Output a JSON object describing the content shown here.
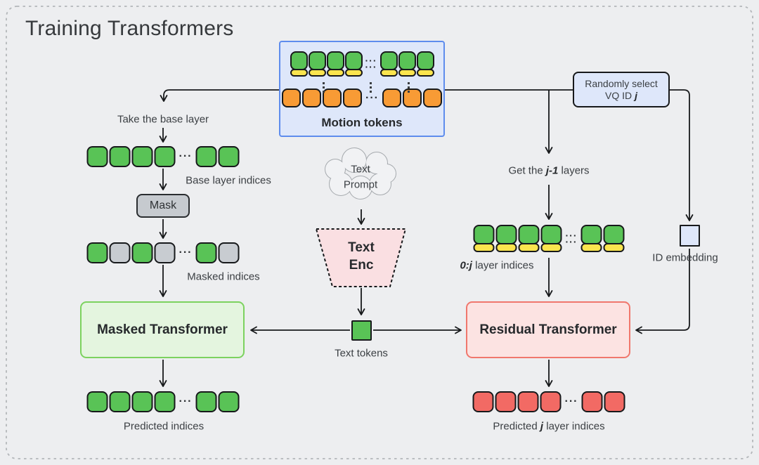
{
  "title": "Training Transformers",
  "palette": {
    "accent_blue": "#5e8ced",
    "green_token": "#59c356",
    "yellow_token": "#fbe54e",
    "orange_token": "#f89b35",
    "red_token": "#f26a64",
    "gray_token": "#c8ccd1",
    "masked_transformer_fill": "#e4f5df",
    "residual_transformer_fill": "#fce3e2"
  },
  "motion_box": {
    "label": "Motion tokens",
    "row_top": [
      "gy",
      "gy",
      "gy",
      "gy",
      "dd",
      "gy",
      "gy",
      "gy"
    ],
    "row_bottom": [
      "o",
      "o",
      "o",
      "o",
      "d",
      "o",
      "o",
      "o"
    ]
  },
  "vq_box": {
    "line1": "Randomly select",
    "line2_pre": "VQ ID ",
    "line2_em": "j"
  },
  "left": {
    "take_label": "Take the base layer",
    "base_row": [
      "g",
      "g",
      "g",
      "g",
      "d",
      "g",
      "g"
    ],
    "base_label": "Base layer indices",
    "mask_label": "Mask",
    "masked_row": [
      "g",
      "x",
      "g",
      "x",
      "d",
      "g",
      "x"
    ],
    "masked_label": "Masked indices",
    "transformer": "Masked Transformer",
    "pred_row": [
      "g",
      "g",
      "g",
      "g",
      "d",
      "g",
      "g"
    ],
    "pred_label": "Predicted indices"
  },
  "center": {
    "cloud_line1": "Text",
    "cloud_line2": "Prompt",
    "enc_line1": "Text",
    "enc_line2": "Enc",
    "tokens_label": "Text tokens"
  },
  "right": {
    "get_pre": "Get the ",
    "get_em": "j-1",
    "get_post": " layers",
    "layers_row": [
      "GY",
      "GY",
      "GY",
      "GY",
      "dd",
      "GY",
      "GY"
    ],
    "layers_em": "0:j",
    "layers_post": " layer indices",
    "transformer": "Residual Transformer",
    "pred_row": [
      "r",
      "r",
      "r",
      "r",
      "d",
      "r",
      "r"
    ],
    "pred_pre": "Predicted ",
    "pred_em": "j",
    "pred_post": " layer indices",
    "id_label": "ID embedding"
  }
}
